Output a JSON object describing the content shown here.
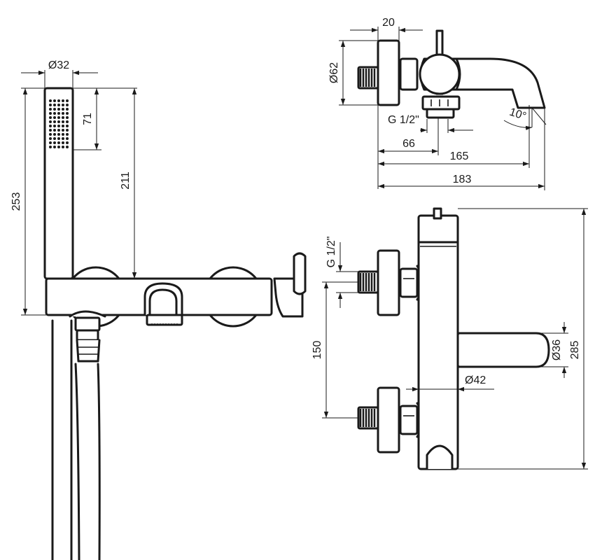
{
  "dimensions": {
    "handshower_diameter": "Ø32",
    "handshower_head_length": "71",
    "handshower_to_body": "211",
    "total_height": "253",
    "rosette_diameter": "Ø62",
    "rosette_depth": "20",
    "thread_top": "G 1/2\"",
    "thread_side": "G 1/2\"",
    "spout_axis": "66",
    "spout_reach": "165",
    "total_depth": "183",
    "spout_angle": "10°",
    "inlet_spacing": "150",
    "body_diameter": "Ø42",
    "spout_diameter": "Ø36",
    "body_length": "285"
  },
  "colors": {
    "line": "#1a1a1a",
    "background": "#ffffff"
  }
}
